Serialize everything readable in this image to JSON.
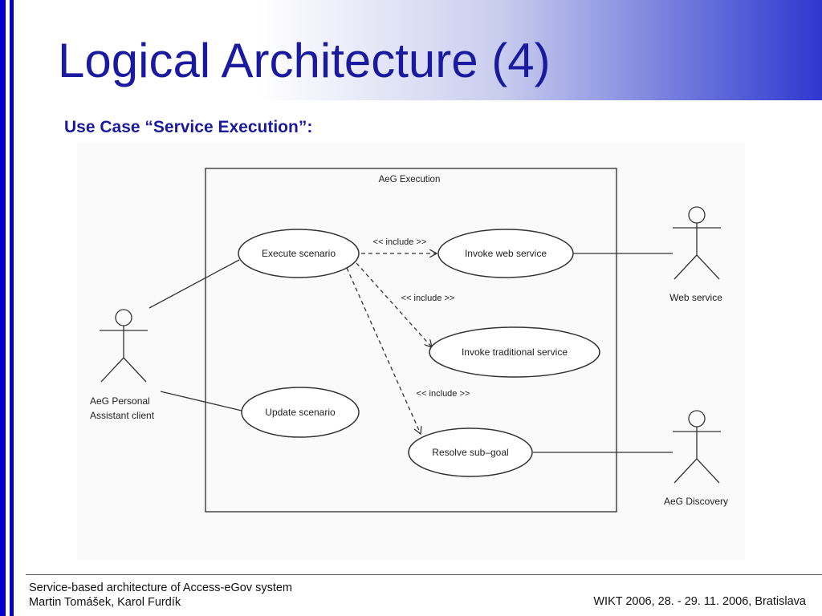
{
  "slide": {
    "title": "Logical Architecture (4)",
    "subtitle": "Use Case “Service Execution”:"
  },
  "diagram": {
    "system_label": "AeG Execution",
    "actors": {
      "personal": {
        "line1": "AeG Personal",
        "line2": "Assistant client"
      },
      "web_service": "Web service",
      "discovery": "AeG Discovery"
    },
    "use_cases": {
      "execute": "Execute scenario",
      "web": "Invoke web service",
      "traditional": "Invoke traditional service",
      "update": "Update scenario",
      "resolve": "Resolve sub–goal"
    },
    "include_label": "<< include >>"
  },
  "footer": {
    "line1": "Service-based architecture of Access-eGov system",
    "line2": "Martin Tomášek, Karol Furdík",
    "right": "WIKT 2006, 28. - 29. 11. 2006, Bratislava"
  },
  "colors": {
    "accent": "#0000cc",
    "title": "#1a1aa0"
  }
}
